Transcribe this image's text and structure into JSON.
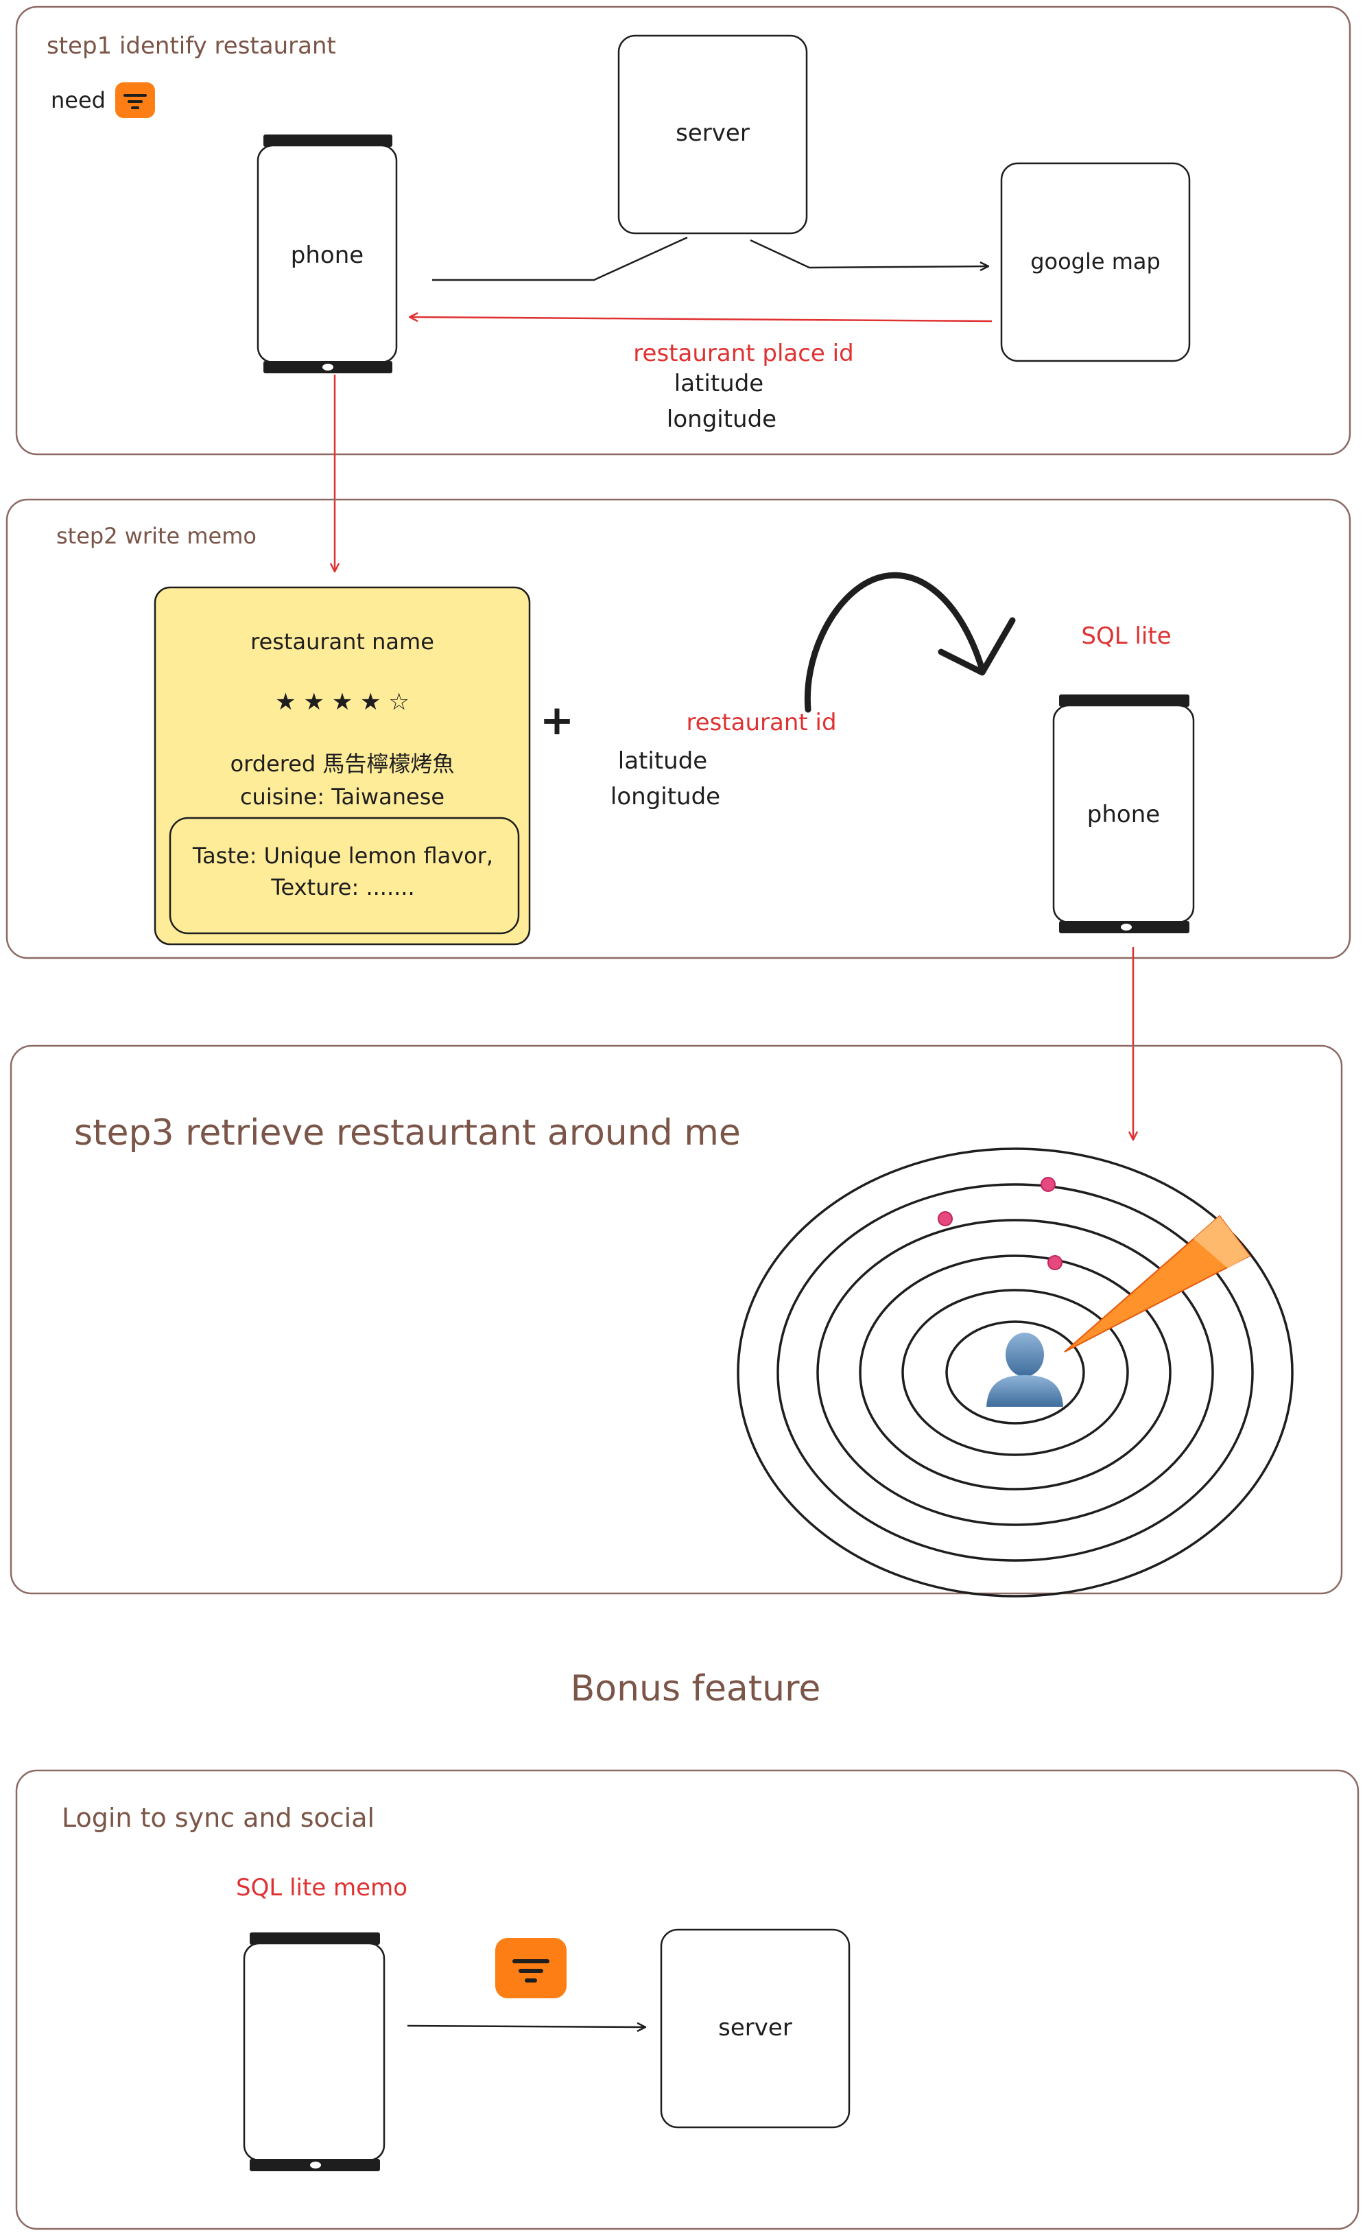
{
  "step1": {
    "title": "step1 identify restaurant",
    "need_label": "need",
    "wifi_icon": "wifi-icon",
    "phone_label": "phone",
    "server_label": "server",
    "google_map_label": "google map",
    "return_label_1": "restaurant place id",
    "return_label_2": "latitude",
    "return_label_3": "longitude"
  },
  "step2": {
    "title": "step2 write memo",
    "memo": {
      "name": "restaurant name",
      "rating": 4,
      "rating_max": 5,
      "stars_text": "★ ★ ★ ★ ☆",
      "ordered": "ordered 馬告檸檬烤魚",
      "cuisine": "cuisine: Taiwanese",
      "note_line_1": "Taste: Unique lemon flavor,",
      "note_line_2": "Texture: ......."
    },
    "plus": "+",
    "field_1": "restaurant id",
    "field_2": "latitude",
    "field_3": "longitude",
    "storage_label": "SQL lite",
    "phone_label": "phone"
  },
  "step3": {
    "title": "step3 retrieve restaurtant around me",
    "user_icon": "user-icon",
    "restaurant_dot_count": 3
  },
  "bonus": {
    "heading": "Bonus feature",
    "title": "Login to sync and social",
    "sql_label": "SQL lite memo",
    "wifi_icon": "wifi-icon",
    "server_label": "server"
  },
  "colors": {
    "frame": "#8c6a63",
    "brown_text": "#7a5548",
    "red": "#e03131",
    "memo_fill": "#ffec99",
    "wifi_orange": "#fd7e14",
    "radar_orange": "#ff922b",
    "dot": "#e64980",
    "user_blue": "#4a78a8"
  }
}
